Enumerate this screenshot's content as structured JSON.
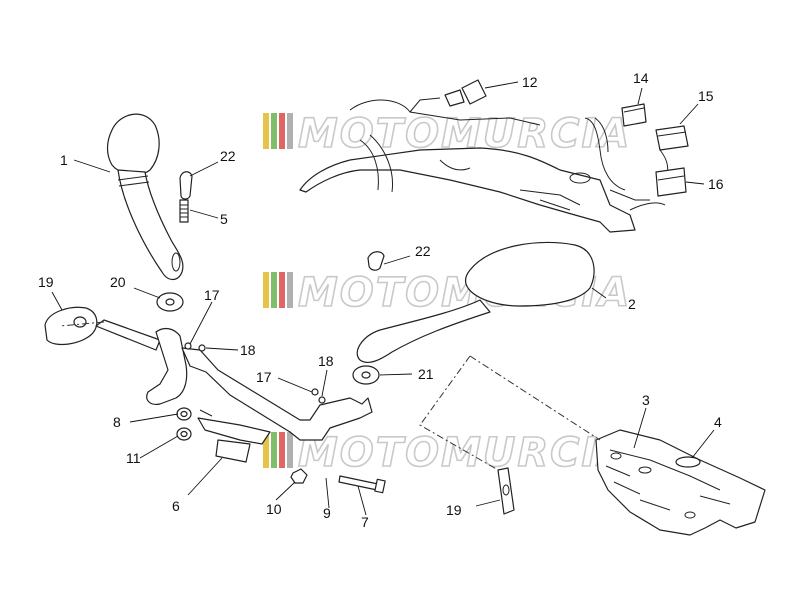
{
  "watermark": {
    "text": "MOTOMURCIA",
    "stripe_colors": [
      "#e6c34a",
      "#7fbf6a",
      "#e06666",
      "#b0b0b0"
    ]
  },
  "callouts": [
    "1",
    "2",
    "3",
    "4",
    "5",
    "6",
    "7",
    "8",
    "9",
    "10",
    "11",
    "12",
    "14",
    "15",
    "16",
    "17",
    "17",
    "18",
    "18",
    "19",
    "19",
    "20",
    "21",
    "22",
    "22"
  ]
}
